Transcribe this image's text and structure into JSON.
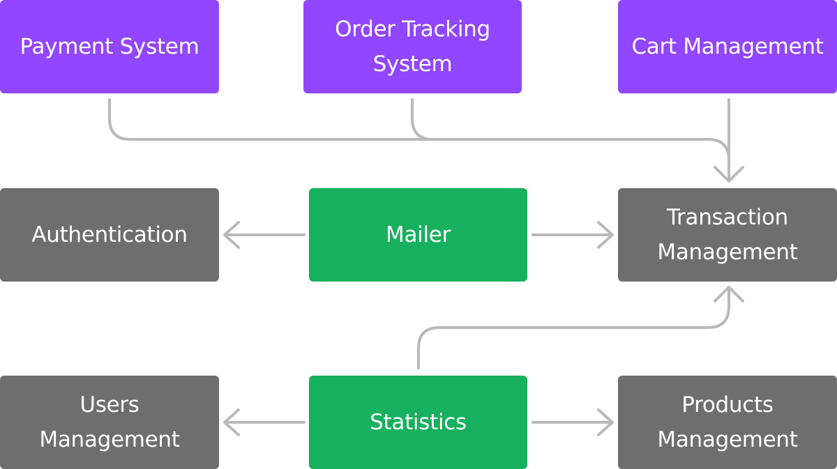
{
  "nodes": {
    "payment_system": "Payment System",
    "order_tracking_system": "Order Tracking\nSystem",
    "cart_management": "Cart Management",
    "authentication": "Authentication",
    "mailer": "Mailer",
    "transaction_management": "Transaction\nManagement",
    "users_management": "Users\nManagement",
    "statistics": "Statistics",
    "products_management": "Products\nManagement"
  },
  "edges": [
    {
      "from": "Payment System",
      "to": "Transaction Management"
    },
    {
      "from": "Order Tracking System",
      "to": "Transaction Management"
    },
    {
      "from": "Cart Management",
      "to": "Transaction Management"
    },
    {
      "from": "Mailer",
      "to": "Authentication"
    },
    {
      "from": "Mailer",
      "to": "Transaction Management"
    },
    {
      "from": "Statistics",
      "to": "Transaction Management"
    },
    {
      "from": "Statistics",
      "to": "Users Management"
    },
    {
      "from": "Statistics",
      "to": "Products Management"
    }
  ],
  "colors": {
    "source_nodes": "#9146ff",
    "hub_nodes": "#17b05e",
    "target_nodes": "#6e6e6e",
    "connectors": "#b9b9b9",
    "text": "#ffffff"
  }
}
